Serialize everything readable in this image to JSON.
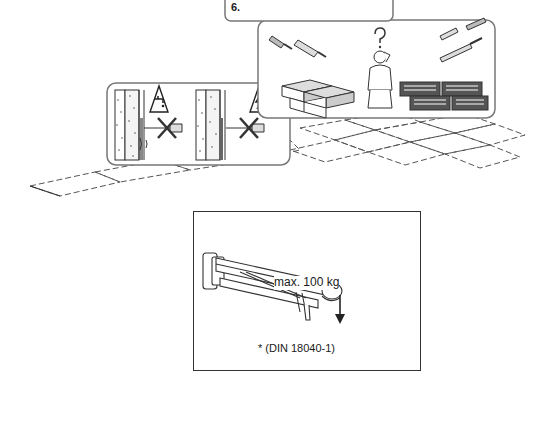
{
  "diagram": {
    "nodes": [
      {
        "text": [
          "max. 100 kg",
          "* (DIN 18040-1)"
        ]
      }
    ],
    "edges": [],
    "labels": [
      "6."
    ]
  }
}
